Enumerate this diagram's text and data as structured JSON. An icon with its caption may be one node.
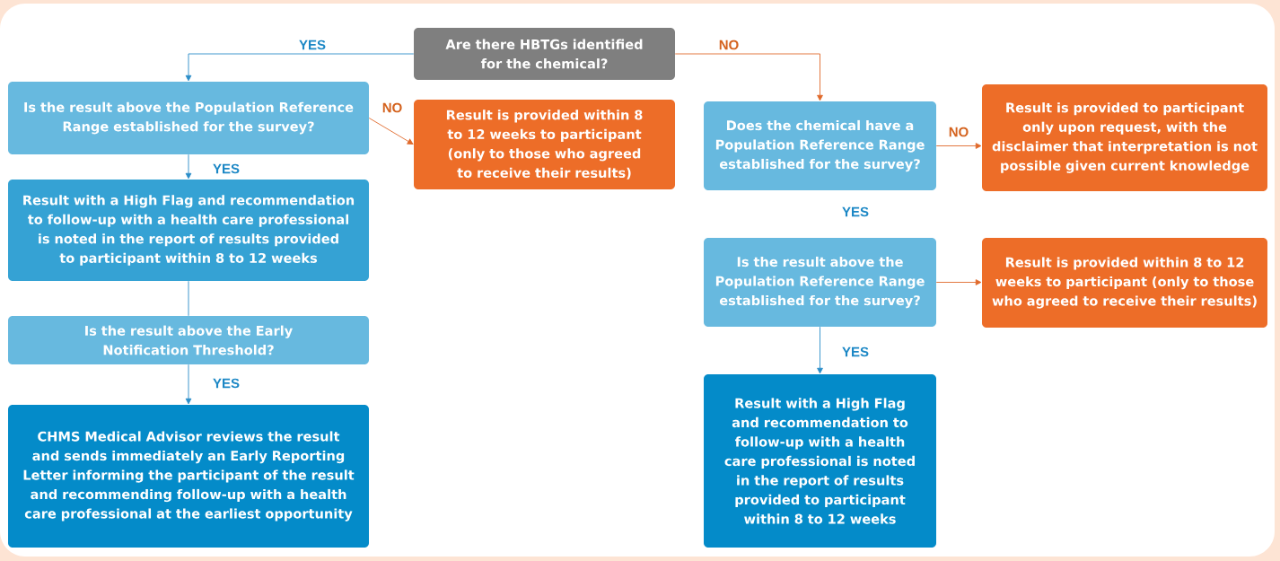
{
  "diagram": {
    "nodes": [
      {
        "text": [
          "Are there HBTGs identified for the chemical?"
        ]
      },
      {
        "text": [
          "Is the result above the Population Reference Range established for the survey?"
        ]
      },
      {
        "text": [
          "Result is provided within 8 to 12 weeks to participant (only to those who agreed to receive their results)"
        ]
      },
      {
        "text": [
          "Does the chemical have a Population Reference Range established for the survey?"
        ]
      },
      {
        "text": [
          "Result is provided to participant only upon request, with the disclaimer that interpretation is not possible given current knowledge"
        ]
      },
      {
        "text": [
          "Result with a High Flag and recommendation to follow-up with a health care professional is noted in the report of results provided to participant within 8 to 12 weeks"
        ]
      },
      {
        "text": [
          "Is the result above the Early Notification Threshold?"
        ]
      },
      {
        "text": [
          "Is the result above the Population Reference Range established for the survey?"
        ]
      },
      {
        "text": [
          "Result is provided within 8 to 12 weeks to participant (only to those who agreed to receive their results)"
        ]
      },
      {
        "text": [
          "CHMS Medical Advisor reviews the result and sends immediately an Early Reporting Letter informing the participant of the result and recommending follow-up with a health care professional at the earliest opportunity"
        ]
      },
      {
        "text": [
          "Result with a High Flag and recommendation to follow-up with a health care professional is noted in the report of results provided to participant within 8 to 12 weeks"
        ]
      }
    ],
    "edges": [
      {
        "from": 0,
        "to": 1,
        "arrow": "to",
        "label": "YES"
      },
      {
        "from": 0,
        "to": 3,
        "arrow": "to",
        "label": "NO",
        "color": "#e0692a"
      },
      {
        "from": 1,
        "to": 2,
        "arrow": "to",
        "label": "NO",
        "color": "#e0692a"
      },
      {
        "from": 1,
        "to": 5,
        "arrow": "to",
        "label": "YES"
      },
      {
        "from": 5,
        "to": 6,
        "arrow": "none"
      },
      {
        "from": 6,
        "to": 9,
        "arrow": "to",
        "label": "YES"
      },
      {
        "from": 3,
        "to": 4,
        "arrow": "to",
        "label": "NO",
        "color": "#e0692a"
      },
      {
        "from": 7,
        "to": 8,
        "arrow": "to",
        "color": "#e0692a"
      },
      {
        "from": 7,
        "to": 10,
        "arrow": "to",
        "label": "YES"
      }
    ],
    "labels": [
      "YES"
    ]
  }
}
